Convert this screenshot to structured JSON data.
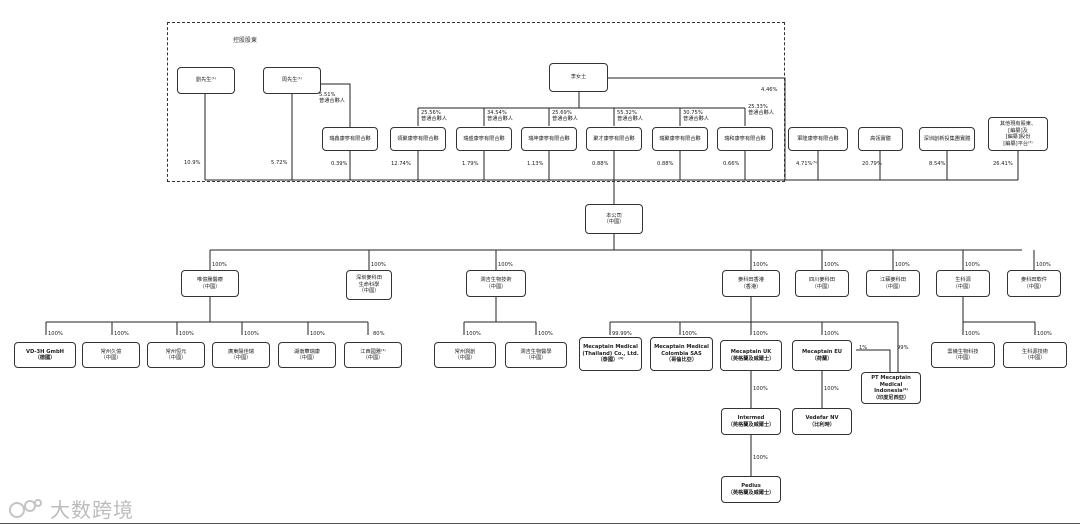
{
  "controlling_group_label": "控股股東",
  "watermark": "大数跨境",
  "boxes": {
    "liu": "劉先生⁽¹⁾",
    "zhou": "周先生⁽¹⁾",
    "li": "李女士",
    "p1": "瑞鑫康寧有限合夥",
    "p2": "領聚康寧有限合夥",
    "p3": "瑞盛康寧有限合夥",
    "p4": "瑞坤康寧有限合夥",
    "p5": "聚才康寧有限合夥",
    "p6": "瑞聚康寧有限合夥",
    "p7": "瑞和康寧有限合夥",
    "o1": "軍隆康寧有限合夥",
    "o2": "高瓴實體",
    "o3": "深圳創新投集團實體",
    "o4": "其他現有股東、\n[編纂]及\n[編纂]股份\n[編纂]平台⁽²⁾",
    "company": "本公司\n（中國）",
    "weiyiteng": "唯億騰醫療\n（中國）",
    "ruisibo": "深圳麥科田\n生命科學\n（中國）",
    "biotech": "潤吉生物技術\n（中國）",
    "hk": "麥科田香港\n（香港）",
    "sichuan": "四川麥科田\n（中國）",
    "jiangsu": "江蘇麥科田\n（中國）",
    "shengke": "生科源\n（中國）",
    "software": "麥科田軟件\n（中國）",
    "vd": "VD-3H GmbH\n（德國）",
    "changzhou_jiuyi": "常州久億\n（中國）",
    "changzhou_tianyuan": "常州恒元\n（中國）",
    "guangdong": "廣東陽佳瑞\n（中國）",
    "hunan": "湖南華瑞康\n（中國）",
    "jiangxi": "江西國雅⁽⁴⁾\n（中國）",
    "changzhou_runchuang": "常州潤創\n（中國）",
    "runji_med": "潤吉生物醫學\n（中國）",
    "thailand": "Mecaptain Medical\n(Thailand) Co., Ltd.\n（泰國）⁽³⁾",
    "colombia": "Mecaptain Medical\nColombia SAS\n（哥倫比亞）",
    "uk": "Mecaptain UK\n（英格蘭及威爾士）",
    "eu": "Mecaptain EU\n（荷蘭）",
    "indonesia": "PT Mecaptain\nMedical Indonesia⁽⁴⁾\n（印度尼西亞）",
    "intermed": "Intermed\n（英格蘭及威爾士）",
    "vedefar": "Vedefar NV\n（比利時）",
    "pedius": "Pedius\n（英格蘭及威爾士）",
    "yunxing": "雲幾生物科技\n（中國）",
    "shengke_tech": "生科源技術\n（中國）"
  },
  "percentages": {
    "liu": "10.9%",
    "zhou": "5.72%",
    "zhou_gp": "5.51%\n普通合夥人",
    "li_total": "4.46%",
    "p1": "0.39%",
    "p2": "12.74%",
    "p3": "1.79%",
    "p4": "1.13%",
    "p5": "0.88%",
    "p6": "0.88%",
    "p7": "0.66%",
    "gp2": "25.56%\n普通合夥人",
    "gp3": "34.54%\n普通合夥人",
    "gp4": "25.69%\n普通合夥人",
    "gp5": "55.32%\n普通合夥人",
    "gp6": "30.75%\n普通合夥人",
    "gp7": "25.33%\n普通合夥人",
    "o1": "4.71%⁽⁵⁾",
    "o2": "20.79%",
    "o3": "8.54%",
    "o4": "26.41%",
    "c1": "100%",
    "c2": "100%",
    "c3": "100%",
    "c4": "100%",
    "c5": "100%",
    "c6": "100%",
    "c7": "100%",
    "c8": "100%",
    "g1": "100%",
    "g2": "100%",
    "g3": "100%",
    "g4": "100%",
    "g5": "100%",
    "g6": "80%",
    "b1": "100%",
    "b2": "100%",
    "h1": "99.99%",
    "h2": "100%",
    "h3": "100%",
    "h4": "100%",
    "eu_indo": "1%",
    "hk_indo": "99%",
    "uk_intermed": "100%",
    "eu_vedefar": "100%",
    "intermed_pedius": "100%",
    "s1": "100%",
    "s2": "100%"
  }
}
